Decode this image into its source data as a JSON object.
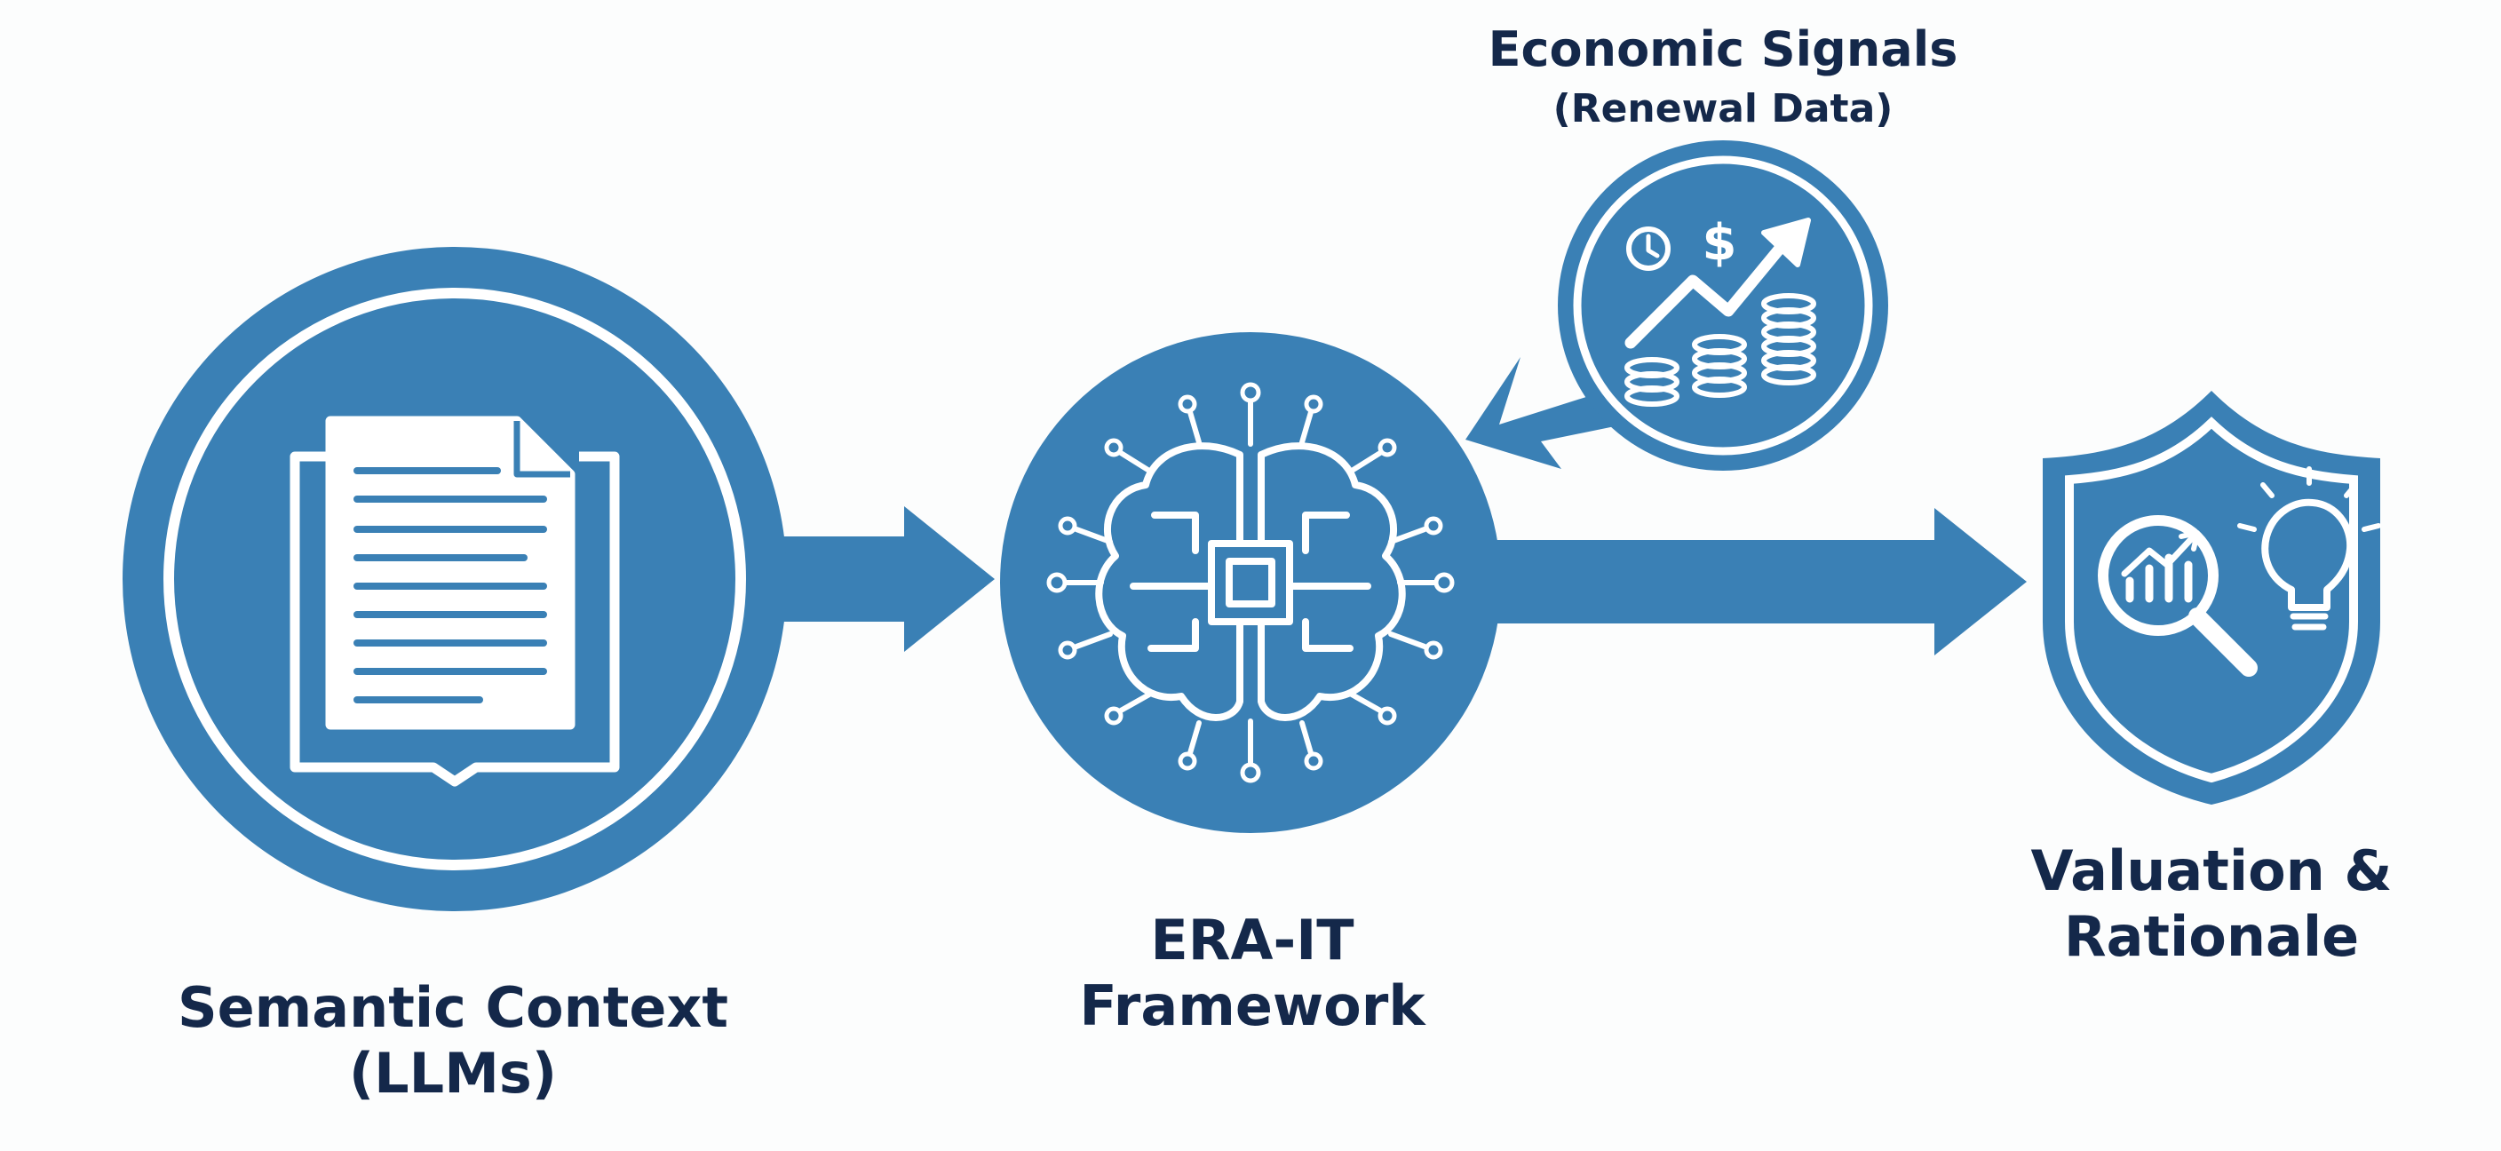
{
  "colors": {
    "primary": "#3a80b5",
    "background": "#fcfdfd",
    "text": "#14284a",
    "ink_on_primary": "#ffffff"
  },
  "nodes": {
    "semantic": {
      "icon": "document-icon",
      "line1": "Semantic Context",
      "line2": "(LLMs)"
    },
    "era": {
      "icon": "brain-chip-icon",
      "line1": "ERA-IT",
      "line2": "Framework"
    },
    "economic": {
      "icon": "economic-growth-icon",
      "line1": "Economic Signals",
      "line2": "(Renewal Data)"
    },
    "valuation": {
      "icon": "shield-analysis-icon",
      "line1": "Valuation &",
      "line2": "Rationale"
    }
  },
  "economic_icon_text": {
    "currency": "$"
  }
}
